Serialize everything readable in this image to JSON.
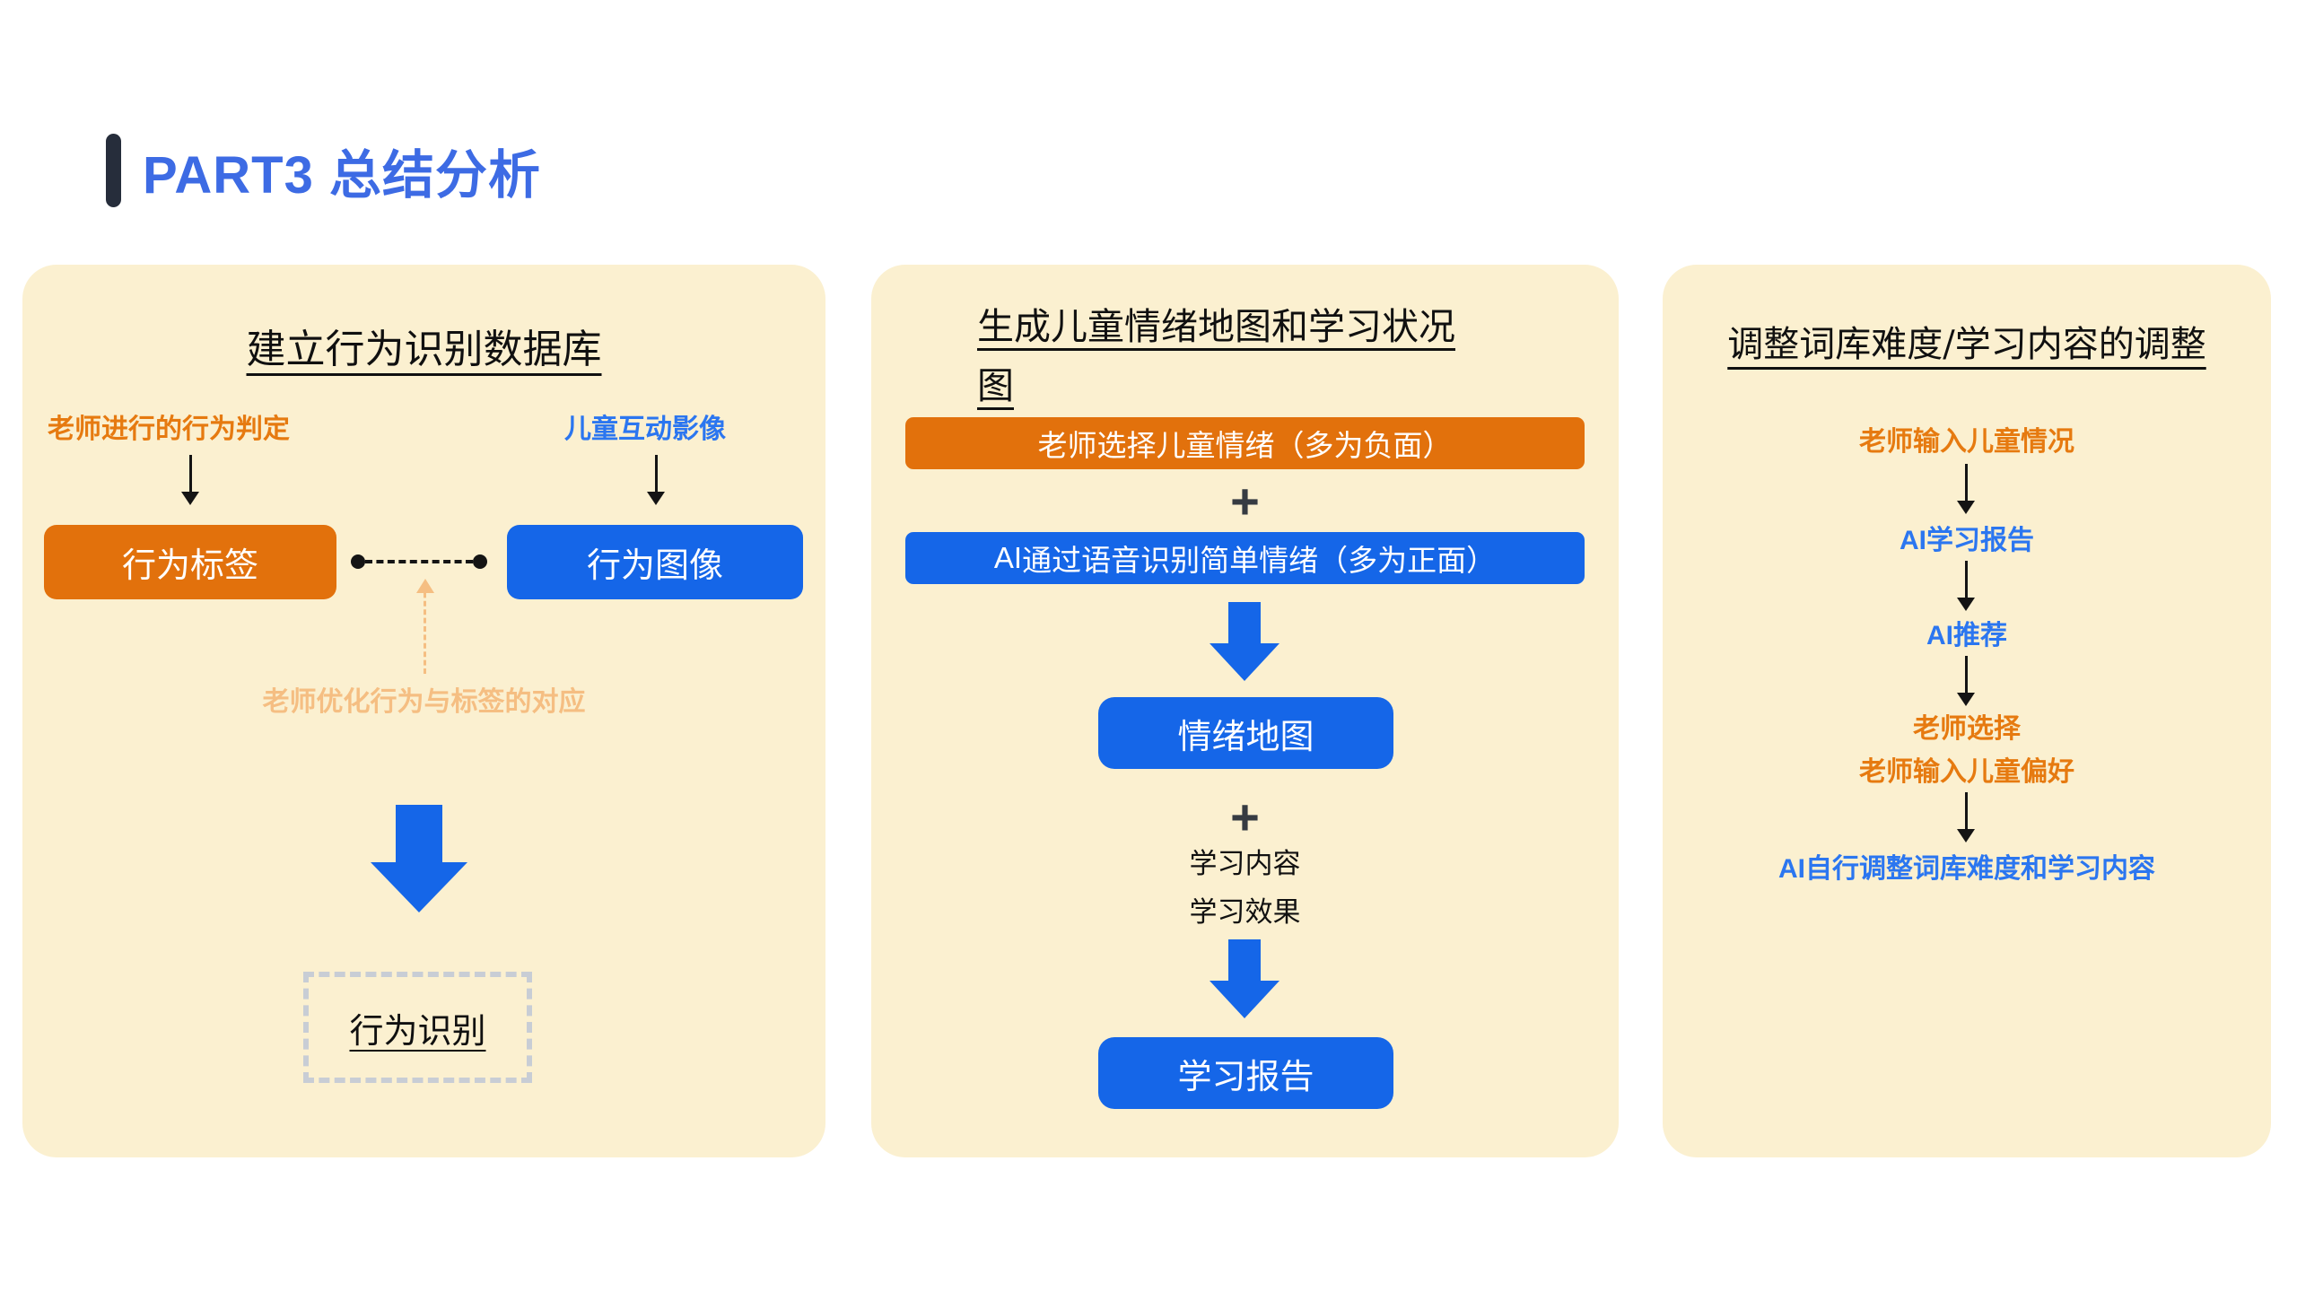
{
  "header": {
    "title": "PART3 总结分析"
  },
  "colors": {
    "title_blue": "#3d6be4",
    "node_blue": "#1566e8",
    "node_orange": "#e2710c",
    "text_orange": "#e67a10",
    "text_blue": "#2b76f0",
    "light_orange": "#f5be82",
    "panel_background": "#fbf0d0",
    "accent_bar": "#262d3b",
    "dashed_gray": "#c8cdd5"
  },
  "panels": [
    {
      "title": "建立行为识别数据库",
      "left_label": "老师进行的行为判定",
      "right_label": "儿童互动影像",
      "left_box": "行为标签",
      "right_box": "行为图像",
      "optimize_note": "老师优化行为与标签的对应",
      "result_box": "行为识别"
    },
    {
      "title_lines": [
        "生成儿童情绪地图和学习状况",
        "图"
      ],
      "orange_bar": "老师选择儿童情绪（多为负面）",
      "plus": "+",
      "blue_bar": {
        "prefix": "AI",
        "text": "通过语音识别简单情绪（多为正面）"
      },
      "emotion_button": "情绪地图",
      "inputs": [
        "学习内容",
        "学习效果"
      ],
      "report_button": "学习报告"
    },
    {
      "title": "调整词库难度/学习内容的调整",
      "steps": [
        {
          "text": "老师输入儿童情况",
          "tone": "orange"
        },
        {
          "prefix": "AI",
          "text": "学习报告",
          "tone": "blue"
        },
        {
          "prefix": "AI",
          "text": "推荐",
          "tone": "blue"
        },
        {
          "text": "老师选择",
          "tone": "orange"
        },
        {
          "text": "老师输入儿童偏好",
          "tone": "orange"
        },
        {
          "prefix": "AI",
          "text": "自行调整词库难度和学习内容",
          "tone": "blue"
        }
      ]
    }
  ]
}
